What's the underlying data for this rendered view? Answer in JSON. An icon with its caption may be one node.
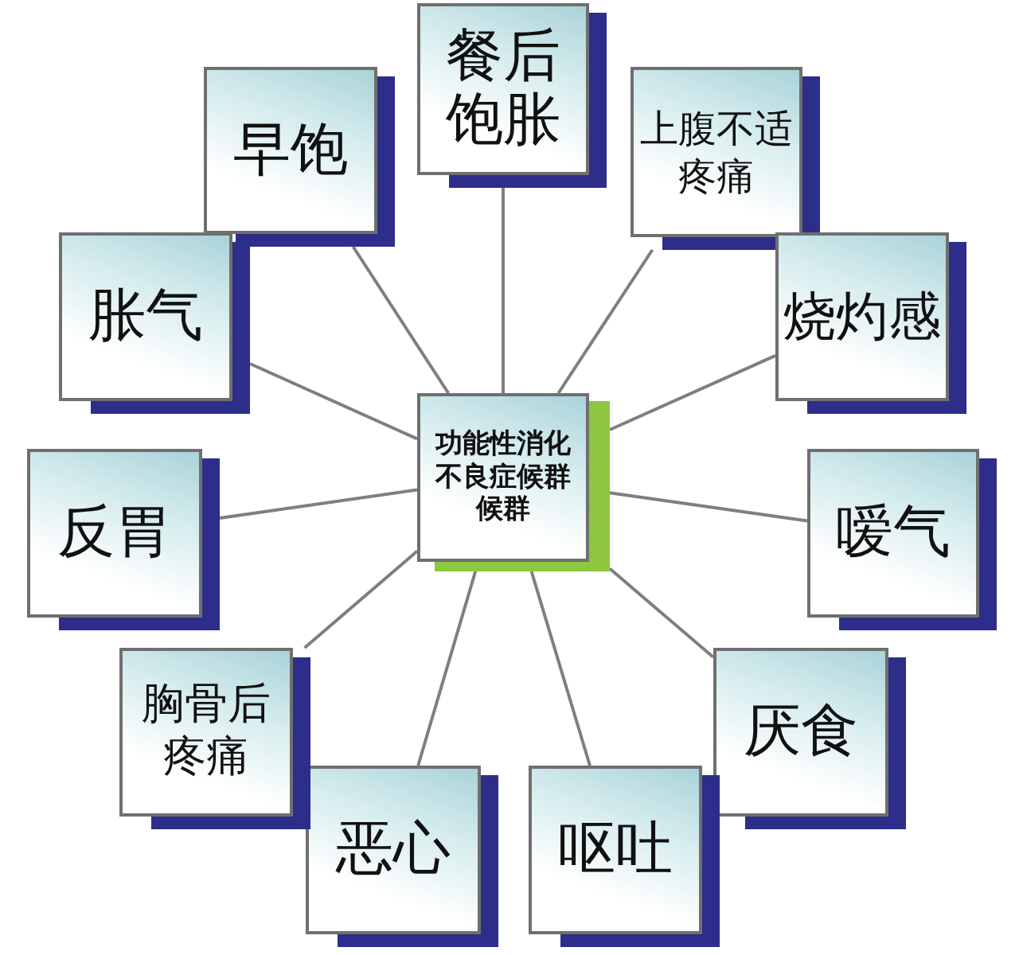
{
  "diagram": {
    "nodes": [
      {
        "text": [
          "功能性消化不良症候群候群"
        ]
      },
      {
        "text": [
          "餐后饱胀"
        ]
      },
      {
        "text": [
          "上腹不适疼痛"
        ]
      },
      {
        "text": [
          "烧灼感"
        ]
      },
      {
        "text": [
          "嗳气"
        ]
      },
      {
        "text": [
          "厌食"
        ]
      },
      {
        "text": [
          "呕吐"
        ]
      },
      {
        "text": [
          "恶心"
        ]
      },
      {
        "text": [
          "胸骨后疼痛"
        ]
      },
      {
        "text": [
          "反胃"
        ]
      },
      {
        "text": [
          "胀气"
        ]
      },
      {
        "text": [
          "早饱"
        ]
      }
    ],
    "edges": [
      {
        "from": 0,
        "to": 1,
        "arrow": "none"
      },
      {
        "from": 0,
        "to": 2,
        "arrow": "none"
      },
      {
        "from": 0,
        "to": 3,
        "arrow": "none"
      },
      {
        "from": 0,
        "to": 4,
        "arrow": "none"
      },
      {
        "from": 0,
        "to": 5,
        "arrow": "none"
      },
      {
        "from": 0,
        "to": 6,
        "arrow": "none"
      },
      {
        "from": 0,
        "to": 7,
        "arrow": "none"
      },
      {
        "from": 0,
        "to": 8,
        "arrow": "none"
      },
      {
        "from": 0,
        "to": 9,
        "arrow": "none"
      },
      {
        "from": 0,
        "to": 10,
        "arrow": "none"
      },
      {
        "from": 0,
        "to": 11,
        "arrow": "none"
      }
    ]
  }
}
